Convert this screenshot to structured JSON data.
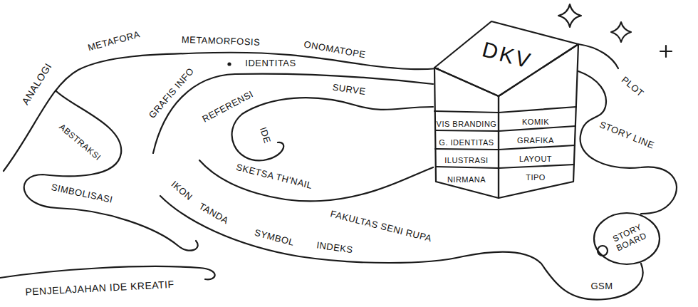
{
  "diagram": {
    "nodes": [
      {
        "text": [
          "DKV"
        ]
      },
      {
        "text": [
          "VIS BRANDING"
        ],
        "in": 0
      },
      {
        "text": [
          "KOMIK"
        ],
        "in": 0
      },
      {
        "text": [
          "G. IDENTITAS"
        ],
        "in": 0
      },
      {
        "text": [
          "GRAFIKA"
        ],
        "in": 0
      },
      {
        "text": [
          "ILUSTRASI"
        ],
        "in": 0
      },
      {
        "text": [
          "LAYOUT"
        ],
        "in": 0
      },
      {
        "text": [
          "NIRMANA"
        ],
        "in": 0
      },
      {
        "text": [
          "TIPO"
        ],
        "in": 0
      },
      {
        "text": [
          "STORY BOARD"
        ]
      }
    ],
    "labels": [
      "ANALOGI",
      "METAFORA",
      "METAMORFOSIS",
      "ONOMATOPE",
      "ABSTRAKSI",
      "GRAFIS INFO",
      "IDENTITAS",
      "REFERENSI",
      "SURVE",
      "PLOT",
      "IDE",
      "STORY LINE",
      "SIMBOLISASI",
      "SKETSA TH'NAIL",
      "IKON",
      "TANDA",
      "SYMBOL",
      "FAKULTAS SENI RUPA",
      "INDEKS",
      "GSM",
      "PENJELAJAHAN IDE KREATIF"
    ]
  }
}
